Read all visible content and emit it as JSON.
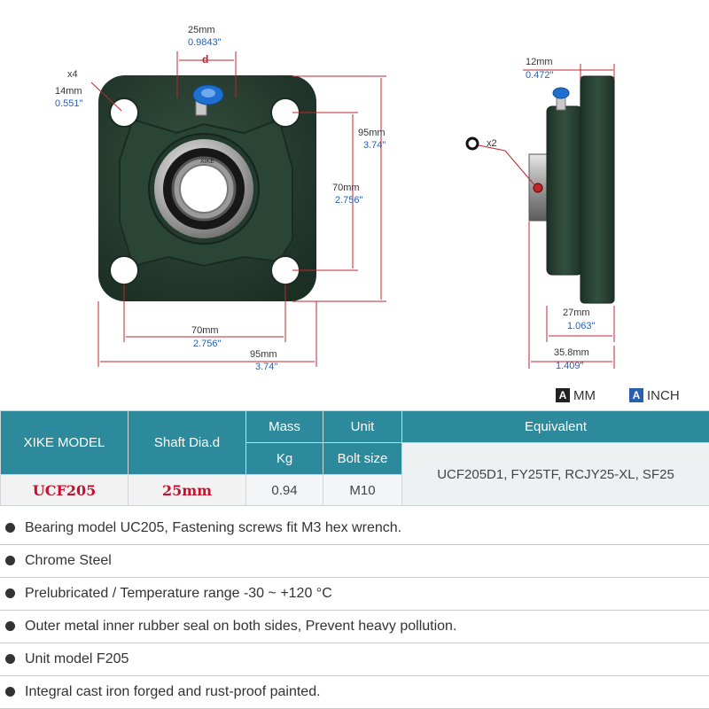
{
  "dimensions": {
    "bolt_count": "x4",
    "hole_mm": "14mm",
    "hole_in": "0.551\"",
    "bore_mm": "25mm",
    "bore_in": "0.9843\"",
    "bore_symbol": "d",
    "height_outer_mm": "95mm",
    "height_outer_in": "3.74\"",
    "height_inner_mm": "70mm",
    "height_inner_in": "2.756\"",
    "width_inner_mm": "70mm",
    "width_inner_in": "2.756\"",
    "width_outer_mm": "95mm",
    "width_outer_in": "3.74\"",
    "flange_thick_mm": "12mm",
    "flange_thick_in": "0.472\"",
    "set_screw_count": "x2",
    "body_depth_mm": "27mm",
    "body_depth_in": "1.063\"",
    "total_depth_mm": "35.8mm",
    "total_depth_in": "1.409\"",
    "brand_mark": "XIKE"
  },
  "legend": {
    "mm_badge": "A",
    "mm_label": "MM",
    "inch_badge": "A",
    "inch_label": "INCH"
  },
  "table": {
    "headers": {
      "model": "XIKE MODEL",
      "shaft": "Shaft Dia.d",
      "mass": "Mass",
      "unit": "Unit",
      "equivalent": "Equivalent",
      "mass_unit": "Kg",
      "bolt_size": "Bolt size"
    },
    "row": {
      "model": "UCF205",
      "shaft": "25mm",
      "mass": "0.94",
      "bolt": "M10",
      "equivalent": "UCF205D1, FY25TF, RCJY25-XL, SF25"
    }
  },
  "features": [
    "Bearing model UC205, Fastening screws fit M3 hex wrench.",
    "Chrome Steel",
    "Prelubricated / Temperature range -30 ~ +120 °C",
    "Outer metal inner rubber seal on both sides, Prevent heavy pollution.",
    "Unit model F205",
    "Integral cast iron forged and rust-proof painted."
  ],
  "colors": {
    "housing": "#274034",
    "dimension_line": "#c0262c",
    "header_teal": "#2d8a9c",
    "grease_cap": "#1f6fd0",
    "mm_badge": "#222222",
    "inch_badge": "#2a5fb0"
  }
}
